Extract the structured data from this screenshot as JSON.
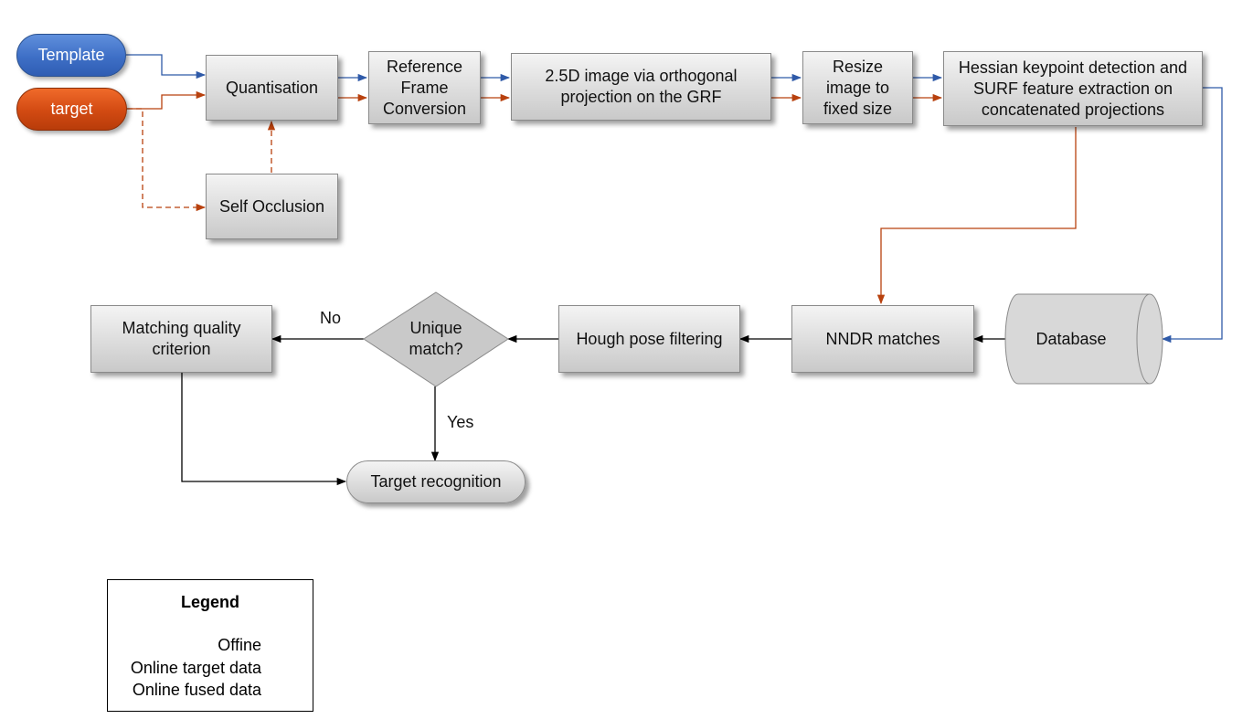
{
  "colors": {
    "offline": "#2f5aa8",
    "online_target": "#b8410e",
    "online_fused": "#000000"
  },
  "nodes": {
    "template": "Template",
    "target": "target",
    "quantisation": "Quantisation",
    "self_occlusion": "Self Occlusion",
    "reference_frame": "Reference Frame Conversion",
    "projection": "2.5D image via orthogonal projection on the GRF",
    "resize": "Resize image to fixed size",
    "hessian": "Hessian keypoint detection and SURF feature extraction on concatenated projections",
    "database": "Database",
    "nndr": "NNDR matches",
    "hough": "Hough pose filtering",
    "unique_match": "Unique match?",
    "matching_quality": "Matching quality criterion",
    "target_recognition": "Target recognition"
  },
  "edge_labels": {
    "no": "No",
    "yes": "Yes"
  },
  "legend": {
    "title": "Legend",
    "offline": "Offine",
    "online_target": "Online target data",
    "online_fused": "Online fused data"
  }
}
